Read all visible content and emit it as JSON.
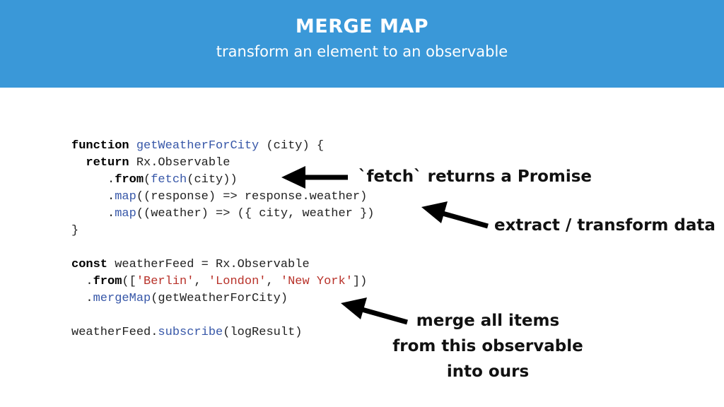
{
  "header": {
    "title": "MERGE MAP",
    "subtitle": "transform an element to an observable",
    "background_color": "#3a98d8"
  },
  "code": {
    "lines": [
      [
        {
          "t": "function ",
          "c": "kw"
        },
        {
          "t": "getWeatherForCity",
          "c": "fn"
        },
        {
          "t": " (city) {",
          "c": ""
        }
      ],
      [
        {
          "t": "  ",
          "c": ""
        },
        {
          "t": "return",
          "c": "kw"
        },
        {
          "t": " Rx.Observable",
          "c": ""
        }
      ],
      [
        {
          "t": "     .",
          "c": ""
        },
        {
          "t": "from",
          "c": "kw"
        },
        {
          "t": "(",
          "c": ""
        },
        {
          "t": "fetch",
          "c": "fn"
        },
        {
          "t": "(city))",
          "c": ""
        }
      ],
      [
        {
          "t": "     .",
          "c": ""
        },
        {
          "t": "map",
          "c": "fn"
        },
        {
          "t": "((response) => response.weather)",
          "c": ""
        }
      ],
      [
        {
          "t": "     .",
          "c": ""
        },
        {
          "t": "map",
          "c": "fn"
        },
        {
          "t": "((weather) => ({ city, weather })",
          "c": ""
        }
      ],
      [
        {
          "t": "}",
          "c": ""
        }
      ],
      [],
      [
        {
          "t": "const",
          "c": "kw"
        },
        {
          "t": " weatherFeed = Rx.Observable",
          "c": ""
        }
      ],
      [
        {
          "t": "  .",
          "c": ""
        },
        {
          "t": "from",
          "c": "kw"
        },
        {
          "t": "([",
          "c": ""
        },
        {
          "t": "'Berlin'",
          "c": "str"
        },
        {
          "t": ", ",
          "c": ""
        },
        {
          "t": "'London'",
          "c": "str"
        },
        {
          "t": ", ",
          "c": ""
        },
        {
          "t": "'New York'",
          "c": "str"
        },
        {
          "t": "])",
          "c": ""
        }
      ],
      [
        {
          "t": "  .",
          "c": ""
        },
        {
          "t": "mergeMap",
          "c": "fn"
        },
        {
          "t": "(getWeatherForCity)",
          "c": ""
        }
      ],
      [],
      [
        {
          "t": "weatherFeed.",
          "c": ""
        },
        {
          "t": "subscribe",
          "c": "fn"
        },
        {
          "t": "(logResult)",
          "c": ""
        }
      ]
    ],
    "colors": {
      "keyword": "#000000",
      "function": "#3757a8",
      "string": "#b8322a",
      "text": "#222222"
    }
  },
  "annotations": {
    "fetch_promise": "`fetch` returns a Promise",
    "extract_transform": "extract / transform data",
    "merge_line1": "merge all items",
    "merge_line2": "from this observable",
    "merge_line3": "into ours"
  }
}
